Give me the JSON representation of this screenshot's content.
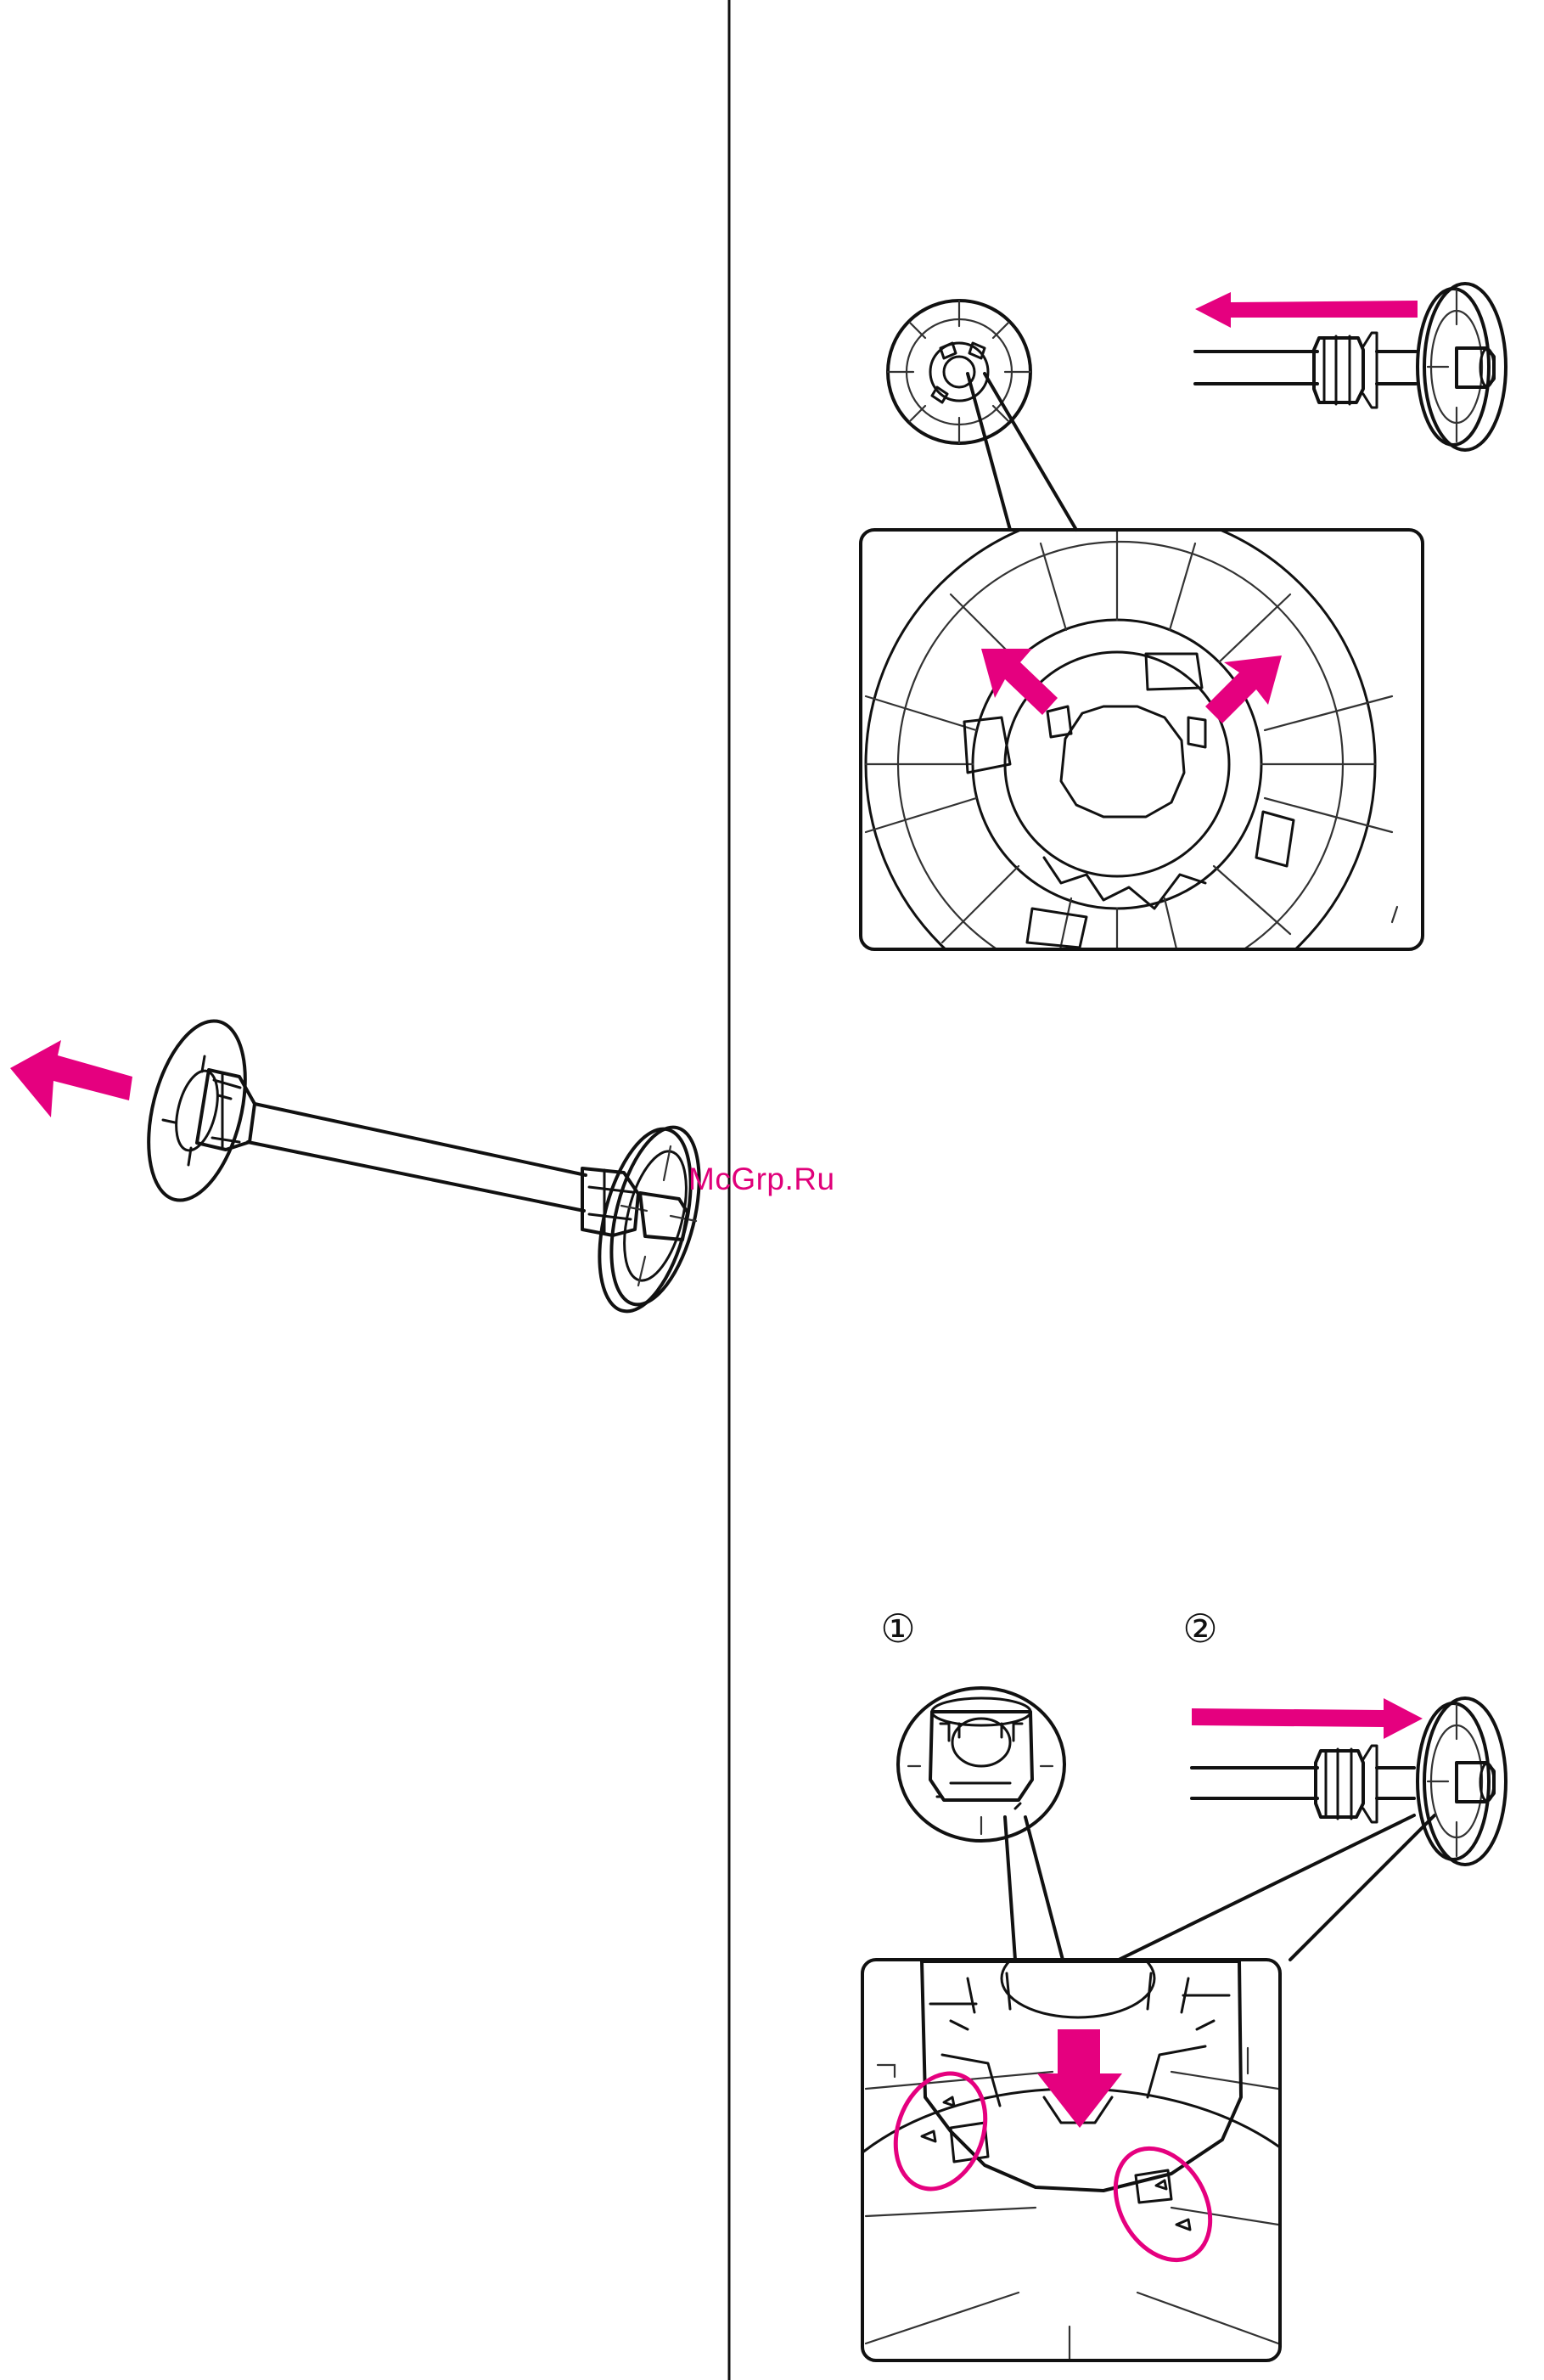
{
  "watermark": {
    "text": "McGrp.Ru"
  },
  "steps": {
    "step1": "①",
    "step2": "②"
  },
  "colors": {
    "accent": "#E5007F",
    "part_fill": "#F8D3E6",
    "line": "#111111"
  },
  "icons": [
    "arrow-left-icon",
    "arrow-right-icon",
    "arrow-down-icon",
    "arrow-diagonal-icon",
    "flange-icon",
    "spindle-icon",
    "circle-highlight-icon"
  ]
}
